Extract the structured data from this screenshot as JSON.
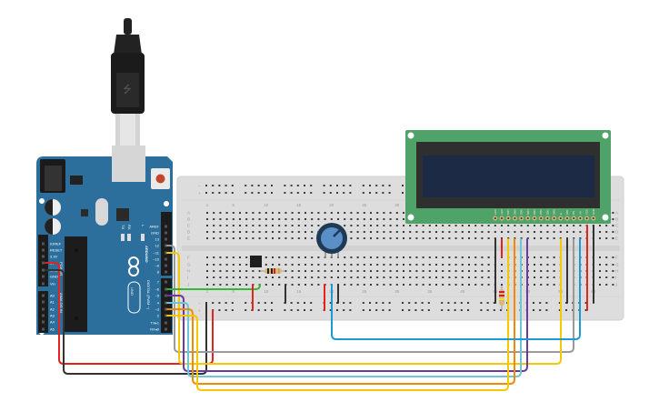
{
  "arduino": {
    "brand": "ARDUINO",
    "model": "UNO",
    "digital_label": "DIGITAL (PWM ~)",
    "power_label": "POWER",
    "analog_label": "ANALOG IN",
    "led_labels": [
      "TX",
      "RX",
      "L"
    ],
    "digital_pins": [
      "AREF",
      "GND",
      "13",
      "12",
      "~11",
      "~10",
      "~9",
      "8",
      "7",
      "~6",
      "~5",
      "4",
      "~3",
      "2",
      "TX▸1",
      "RX◂0"
    ],
    "power_pins": [
      "IOREF",
      "RESET",
      "3.3V",
      "5V",
      "GND",
      "GND",
      "Vin"
    ],
    "analog_pins": [
      "A0",
      "A1",
      "A2",
      "A3",
      "A4",
      "A5"
    ],
    "board_color": "#2c6e9c"
  },
  "breadboard": {
    "rows_top": [
      "A",
      "B",
      "C",
      "D",
      "E"
    ],
    "rows_bottom": [
      "F",
      "G",
      "H",
      "I",
      "J"
    ],
    "column_labels": [
      "1",
      "5",
      "10",
      "15",
      "20",
      "25",
      "30",
      "35",
      "40",
      "45",
      "50",
      "55",
      "60"
    ],
    "rail_minus": "−",
    "rail_plus": "+"
  },
  "lcd": {
    "type": "16x2 LCD",
    "pins": [
      "LED",
      "LED",
      "DB7",
      "DB6",
      "DB5",
      "DB4",
      "DB3",
      "DB2",
      "DB1",
      "DB0",
      "E",
      "RW",
      "RS",
      "V0",
      "VCC",
      "GND"
    ],
    "pcb_color": "#4fa268",
    "screen_color": "#1d2a45"
  },
  "wire_colors": {
    "red": "#e32222",
    "black": "#333333",
    "yellow": "#f5c800",
    "orange": "#f08a00",
    "cyan": "#6cc6d8",
    "purple": "#6b3aa0",
    "gray": "#9a9a9a",
    "blue": "#1c9ad6",
    "green": "#33b83a"
  }
}
